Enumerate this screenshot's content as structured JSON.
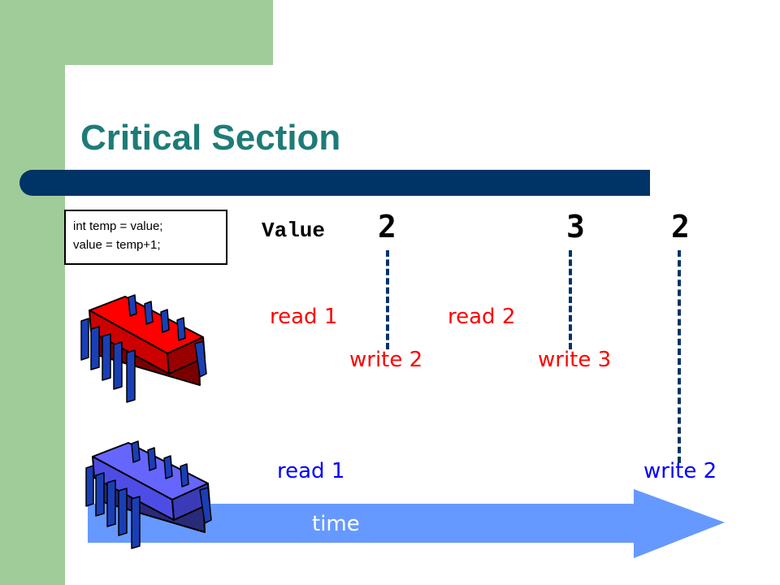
{
  "slide": {
    "title": "Critical Section",
    "code_lines": [
      "int temp = value;",
      "value = temp+1;"
    ],
    "value_label": "Value",
    "values": [
      "2",
      "3",
      "2"
    ],
    "events": {
      "top_read_1": "read 1",
      "top_read_2": "read 2",
      "top_write_2": "write 2",
      "top_write_3": "write 3",
      "bottom_read_1": "read 1",
      "bottom_write_2": "write 2"
    },
    "time_label": "time"
  },
  "colors": {
    "green": "#9fcc98",
    "title": "#1e7b78",
    "bar": "#003366",
    "top_cpu": "#ff0000",
    "bottom_cpu": "#6666ff",
    "arrow": "#6699ff",
    "red_text": "#ff0000",
    "blue_text": "#0000ff"
  },
  "icons": [
    "cpu-chip-red-icon",
    "cpu-chip-blue-icon",
    "time-arrow-icon"
  ]
}
